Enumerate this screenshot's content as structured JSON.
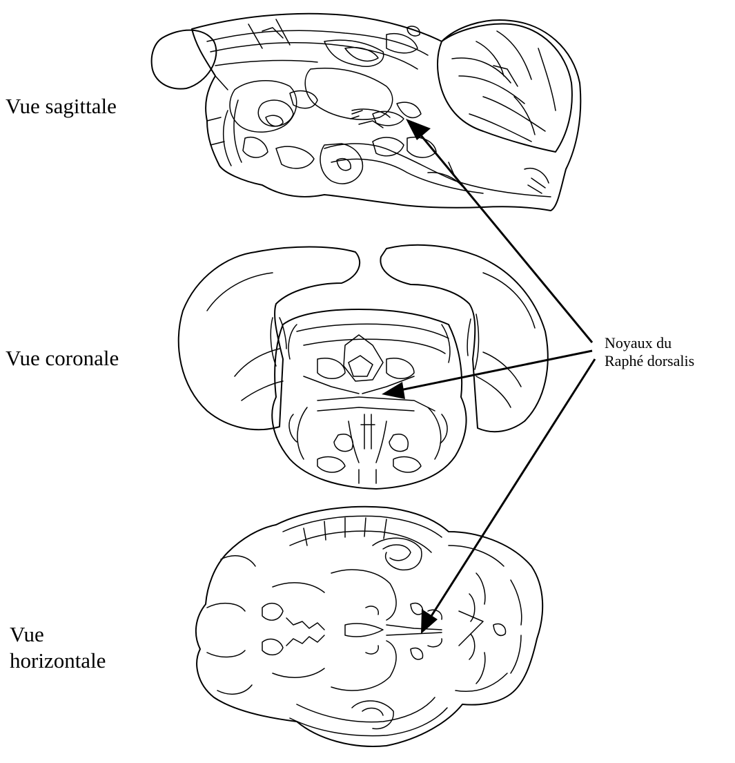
{
  "labels": {
    "sagittal": "Vue sagittale",
    "coronal": "Vue coronale",
    "horizontal_line1": "Vue",
    "horizontal_line2": "horizontale"
  },
  "callout": {
    "line1": "Noyaux du",
    "line2": "Raphé dorsalis"
  },
  "colors": {
    "ink": "#000000",
    "background": "#ffffff"
  }
}
